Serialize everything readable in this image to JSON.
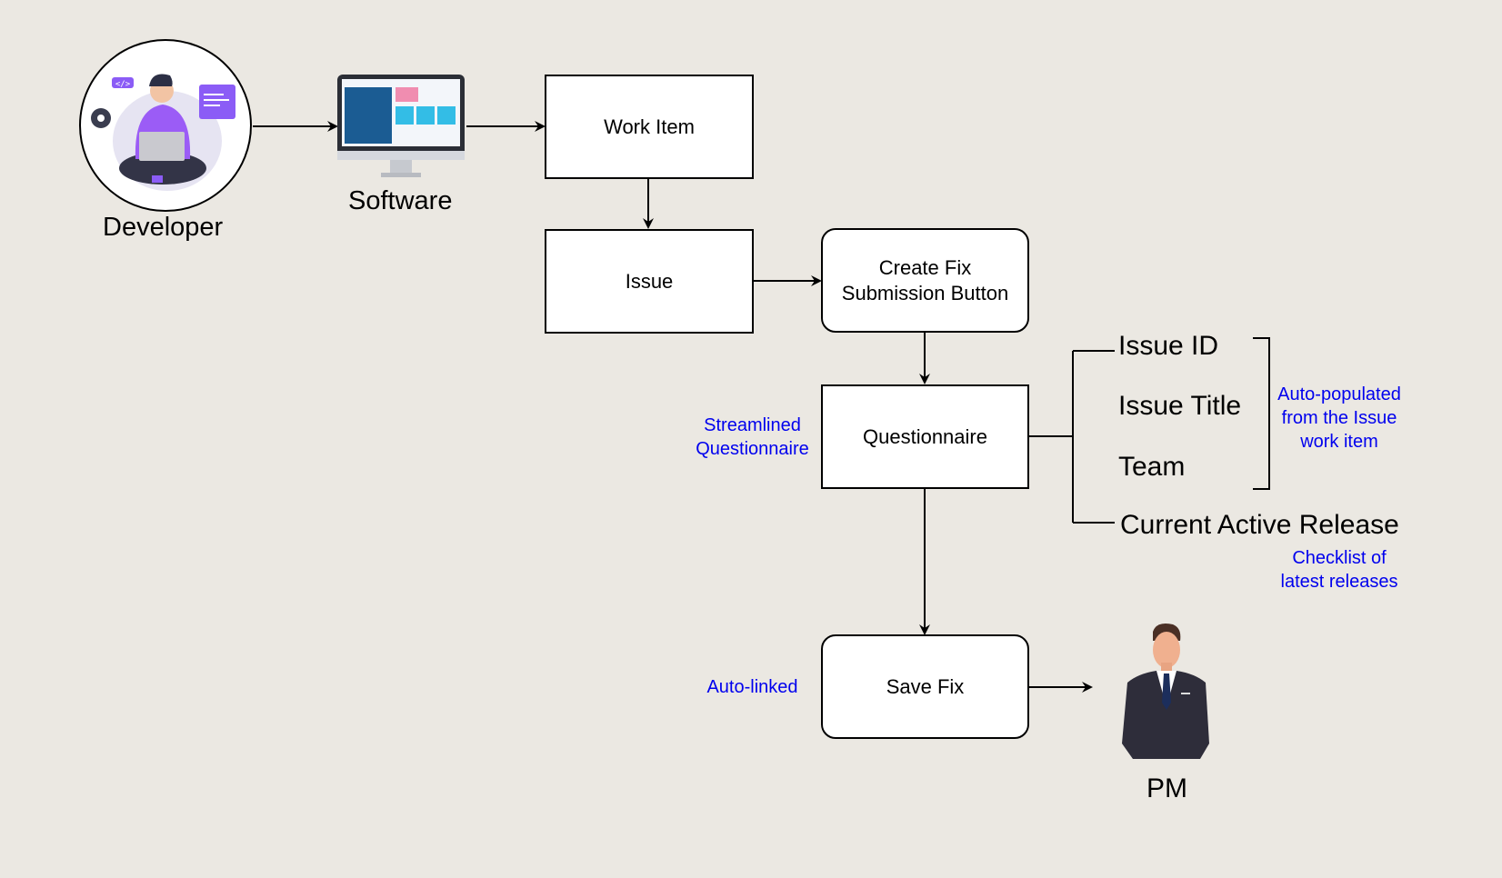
{
  "actors": {
    "developer": {
      "label": "Developer",
      "icon": "developer-icon"
    },
    "software": {
      "label": "Software",
      "icon": "monitor-icon"
    },
    "pm": {
      "label": "PM",
      "icon": "businessman-icon"
    }
  },
  "nodes": {
    "work_item": "Work Item",
    "issue": "Issue",
    "create_fix": [
      "Create Fix",
      "Submission Button"
    ],
    "questionnaire": "Questionnaire",
    "save_fix": "Save Fix"
  },
  "fields": [
    "Issue ID",
    "Issue Title",
    "Team",
    "Current Active Release"
  ],
  "notes": {
    "streamlined": [
      "Streamlined",
      "Questionnaire"
    ],
    "auto_populated": [
      "Auto-populated",
      "from the Issue",
      "work item"
    ],
    "checklist": [
      "Checklist of",
      "latest releases"
    ],
    "auto_linked": "Auto-linked"
  },
  "colors": {
    "background": "#ebe8e2",
    "note": "#0000ee",
    "line": "#000000"
  }
}
